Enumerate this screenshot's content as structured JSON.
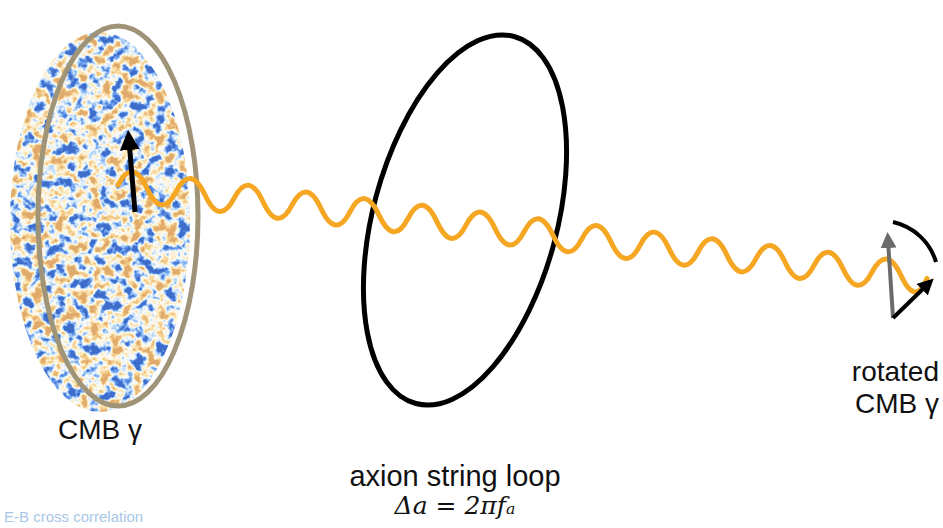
{
  "diagram": {
    "labels": [
      "CMB γ",
      "axion string loop",
      "Δa = 2πfₐ",
      "rotated CMB γ",
      "E-B cross correlation"
    ]
  }
}
